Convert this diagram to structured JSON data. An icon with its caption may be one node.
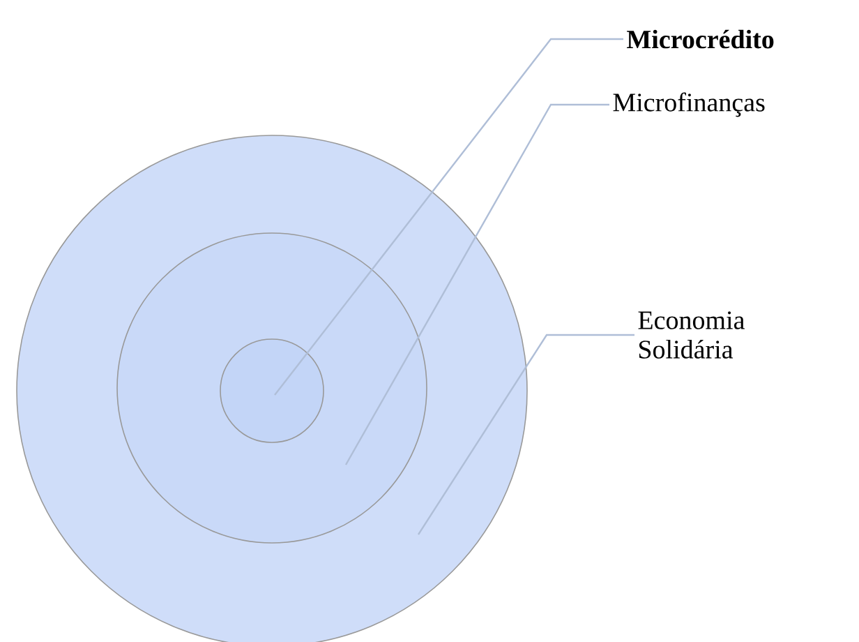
{
  "diagram": {
    "nodes": [
      {
        "text": [],
        "shape": "circle"
      },
      {
        "text": [],
        "shape": "circle",
        "in": 0
      },
      {
        "text": [],
        "shape": "circle",
        "in": 1
      },
      {
        "text": [
          "Microcrédito"
        ]
      },
      {
        "text": [
          "Microfinanças"
        ]
      },
      {
        "text": [
          "Economia Solidária"
        ]
      }
    ],
    "edges": [
      {
        "from": 3,
        "to": 2,
        "arrow": "none"
      },
      {
        "from": 4,
        "to": 1,
        "arrow": "none"
      },
      {
        "from": 5,
        "to": 0,
        "arrow": "none"
      }
    ]
  }
}
